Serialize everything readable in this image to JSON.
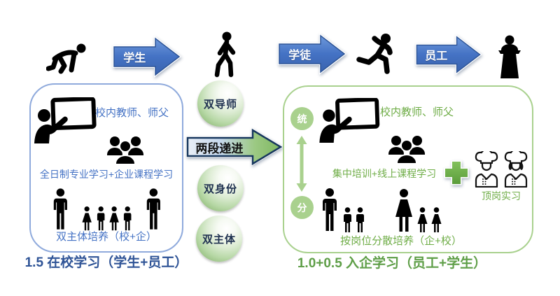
{
  "top_flow": {
    "arrow_student": "学生",
    "arrow_apprentice": "学徒",
    "arrow_employee": "员工"
  },
  "left_panel": {
    "mentor_text": "校内教师、师父",
    "course_text": "全日制专业学习+企业课程学习",
    "cultivation_text": "双主体培养（校+企）",
    "caption": "1.5 在校学习（学生+员工）"
  },
  "center": {
    "sphere_dual_mentor": "双导师",
    "arrow_two_stage": "两段递进",
    "sphere_dual_identity": "双身份",
    "sphere_dual_subject": "双主体"
  },
  "right_panel": {
    "unify_badge": "统",
    "divide_badge": "分",
    "mentor_text": "校内教师、师父",
    "training_text": "集中培训+线上课程学习",
    "internship_text": "顶岗实习",
    "cultivation_text": "按岗位分散培养（企+校）",
    "caption": "1.0+0.5 入企学习（员工+学生）"
  },
  "colors": {
    "arrow_blue": "#4472C4",
    "arrow_blue_edge": "#2E5597",
    "text_blue": "#4472C4",
    "caption_blue": "#2E5396",
    "text_green": "#6FAD47",
    "caption_green": "#5E9E47",
    "light_green": "#A9D18E",
    "box_blue_border": "#8FAADC",
    "box_green_border": "#A9D18E",
    "sphere_text": "#1F3150",
    "icon_black": "#000000"
  }
}
